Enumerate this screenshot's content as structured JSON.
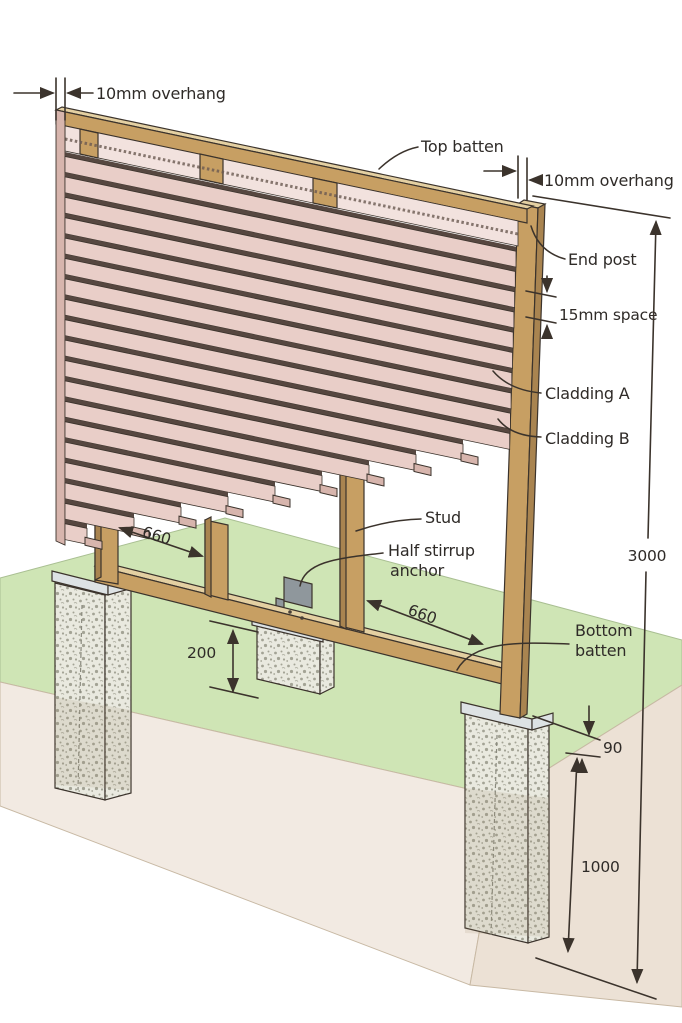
{
  "diagram": {
    "type": "isometric-construction-illustration",
    "subject": "Timber screen wall on concrete pier footings",
    "labels": {
      "overhang_left": "10mm overhang",
      "top_batten": "Top batten",
      "overhang_right": "10mm overhang",
      "end_post": "End post",
      "space": "15mm space",
      "cladding_a": "Cladding A",
      "cladding_b": "Cladding B",
      "stud": "Stud",
      "half_stirrup_line1": "Half stirrup",
      "half_stirrup_line2": "anchor",
      "bottom_batten_line1": "Bottom",
      "bottom_batten_line2": "batten"
    },
    "dimensions": {
      "bay_left": "660",
      "bay_right": "660",
      "mid_footing_depth": "200",
      "total_height": "3000",
      "footing_top_to_ground": "90",
      "end_footing_depth": "1000"
    }
  },
  "palette": {
    "line": "#3b332c",
    "text": "#2f2b28",
    "cladding": "#e9cec8",
    "cladding_gap": "#564740",
    "cladding_back": "#f2e2de",
    "cladding_edge": "#d7b5ad",
    "wood": "#c79f63",
    "wood_light": "#e4d0a2",
    "wood_dark": "#a98450",
    "grass": "#cfe5b5",
    "soil": "#f2eae2",
    "soil_side": "#ece1d5",
    "concrete": "#e9e9df",
    "concrete_dot": "#a3a395",
    "metal": "#dde2e4",
    "metal_dark": "#8f979c"
  }
}
